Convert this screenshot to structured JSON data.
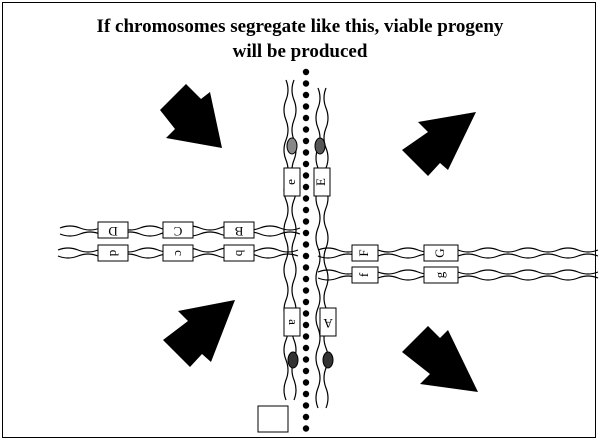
{
  "title": {
    "line1": "If chromosomes segregate like this, viable progeny",
    "line2": "will be produced"
  },
  "colors": {
    "stroke": "#000000",
    "centromere_top": "#888888",
    "centromere_bottom": "#333333"
  },
  "gene_labels": {
    "top_left": [
      "D",
      "C",
      "B"
    ],
    "bottom_left": [
      "d",
      "c",
      "b"
    ],
    "vertical_top": [
      "e",
      "E"
    ],
    "vertical_bottom": [
      "a",
      "A"
    ],
    "right_top": [
      "F",
      "G"
    ],
    "right_bottom": [
      "f",
      "g"
    ]
  },
  "icons": [
    "arrow-top-left",
    "arrow-top-right",
    "arrow-bottom-left",
    "arrow-bottom-right"
  ]
}
